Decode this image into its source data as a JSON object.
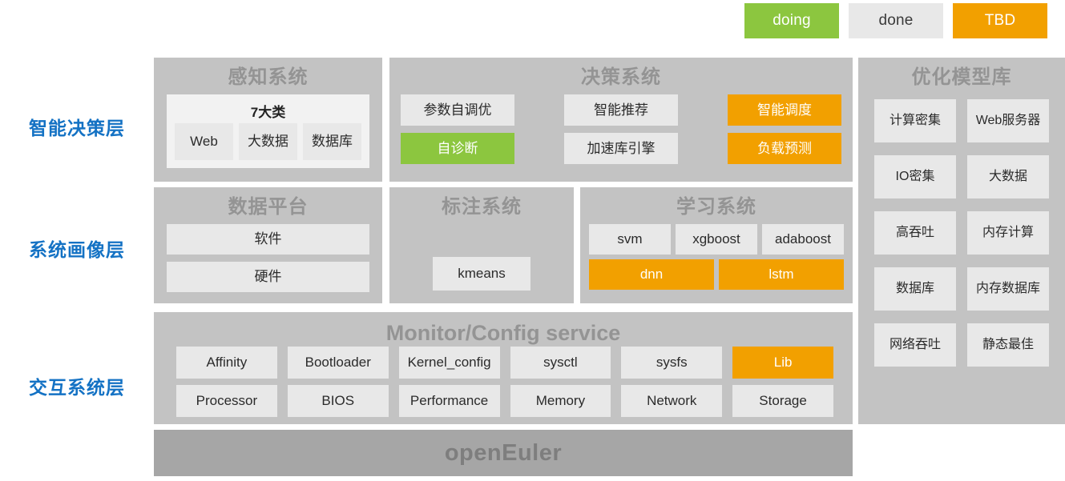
{
  "legend": {
    "items": [
      {
        "label": "doing",
        "color": "#8CC63F",
        "status": "doing"
      },
      {
        "label": "done",
        "color": "#E8E8E8",
        "status": "done"
      },
      {
        "label": "TBD",
        "color": "#F2A000",
        "status": "tbd"
      }
    ]
  },
  "layer_labels": {
    "intelligent_decision": "智能决策层",
    "system_profile": "系统画像层",
    "interaction_system": "交互系统层",
    "color": "#1472C4"
  },
  "perception": {
    "title": "感知系统",
    "group_title": "7大类",
    "items": [
      {
        "label": "Web",
        "status": "done"
      },
      {
        "label": "大数据",
        "status": "done"
      },
      {
        "label": "数据库",
        "status": "done"
      }
    ]
  },
  "decision": {
    "title": "决策系统",
    "columns": [
      [
        {
          "label": "参数自调优",
          "status": "done"
        },
        {
          "label": "自诊断",
          "status": "doing"
        }
      ],
      [
        {
          "label": "智能推荐",
          "status": "done"
        },
        {
          "label": "加速库引擎",
          "status": "done"
        }
      ],
      [
        {
          "label": "智能调度",
          "status": "tbd"
        },
        {
          "label": "负载预测",
          "status": "tbd"
        }
      ]
    ]
  },
  "data_platform": {
    "title": "数据平台",
    "items": [
      {
        "label": "软件",
        "status": "done"
      },
      {
        "label": "硬件",
        "status": "done"
      }
    ]
  },
  "annotation": {
    "title": "标注系统",
    "items": [
      {
        "label": "kmeans",
        "status": "done"
      }
    ]
  },
  "learning": {
    "title": "学习系统",
    "row1": [
      {
        "label": "svm",
        "status": "done"
      },
      {
        "label": "xgboost",
        "status": "done"
      },
      {
        "label": "adaboost",
        "status": "done"
      }
    ],
    "row2": [
      {
        "label": "dnn",
        "status": "tbd"
      },
      {
        "label": "lstm",
        "status": "tbd"
      }
    ]
  },
  "optimization_library": {
    "title": "优化模型库",
    "items": [
      {
        "label": "计算密集",
        "status": "done"
      },
      {
        "label": "Web服务器",
        "status": "done"
      },
      {
        "label": "IO密集",
        "status": "done"
      },
      {
        "label": "大数据",
        "status": "done"
      },
      {
        "label": "高吞吐",
        "status": "done"
      },
      {
        "label": "内存计算",
        "status": "done"
      },
      {
        "label": "数据库",
        "status": "done"
      },
      {
        "label": "内存数据库",
        "status": "done"
      },
      {
        "label": "网络吞吐",
        "status": "done"
      },
      {
        "label": "静态最佳",
        "status": "done"
      }
    ]
  },
  "monitor_config": {
    "title": "Monitor/Config service",
    "items": [
      {
        "label": "Affinity",
        "status": "done"
      },
      {
        "label": "Bootloader",
        "status": "done"
      },
      {
        "label": "Kernel_config",
        "status": "done"
      },
      {
        "label": "sysctl",
        "status": "done"
      },
      {
        "label": "sysfs",
        "status": "done"
      },
      {
        "label": "Lib",
        "status": "tbd"
      },
      {
        "label": "Processor",
        "status": "done"
      },
      {
        "label": "BIOS",
        "status": "done"
      },
      {
        "label": "Performance",
        "status": "done"
      },
      {
        "label": "Memory",
        "status": "done"
      },
      {
        "label": "Network",
        "status": "done"
      },
      {
        "label": "Storage",
        "status": "done"
      }
    ]
  },
  "foundation": {
    "label": "openEuler"
  }
}
